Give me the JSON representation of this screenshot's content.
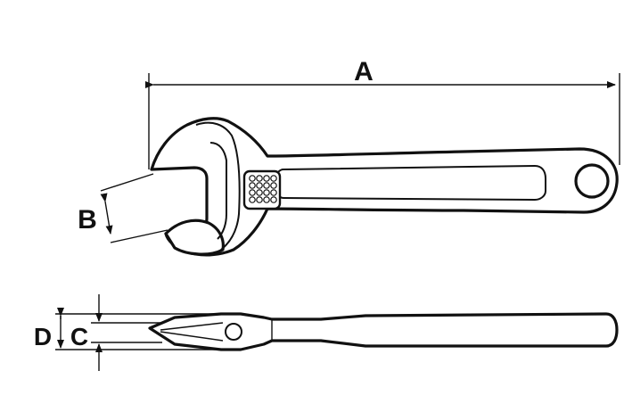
{
  "labels": {
    "a": "A",
    "b": "B",
    "c": "C",
    "d": "D"
  },
  "colors": {
    "line": "#111111",
    "background": "#ffffff"
  }
}
